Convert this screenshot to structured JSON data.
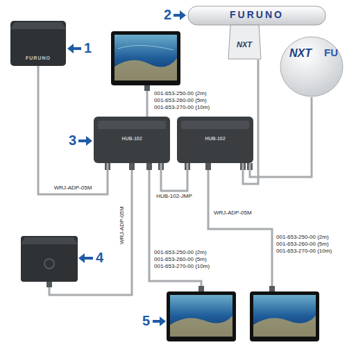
{
  "diagram": {
    "nodes": [
      {
        "text": [
          "FURUNO"
        ]
      },
      {
        "text": [
          "FURUNO",
          "NXT"
        ]
      },
      {
        "text": [
          "NXT",
          "FU"
        ]
      },
      {
        "text": [
          "HUB-102"
        ]
      },
      {
        "text": [
          "HUB-102"
        ]
      }
    ],
    "edges": [
      {
        "from": 0,
        "to": 3,
        "arrow": "none",
        "label": "WRJ-ADP-05M"
      },
      {
        "from": 3,
        "to": 4,
        "arrow": "none",
        "label": "HUB-102-JMP"
      },
      {
        "from": 4,
        "to": 1,
        "arrow": "none"
      },
      {
        "from": 4,
        "to": 2,
        "arrow": "none"
      }
    ],
    "labels": [
      "1",
      "2",
      "001-653-250-00 (2m)",
      "001-653-260-00 (5m)",
      "001-653-270-00 (10m)",
      "3",
      "WRJ-ADP-05M",
      "WRJ-ADP-05M",
      "4",
      "001-653-250-00 (2m)",
      "001-653-260-00 (5m)",
      "001-653-270-00 (10m)",
      "001-653-250-00 (2m)",
      "001-653-260-00 (5m)",
      "001-653-270-00 (10m)",
      "5"
    ]
  }
}
